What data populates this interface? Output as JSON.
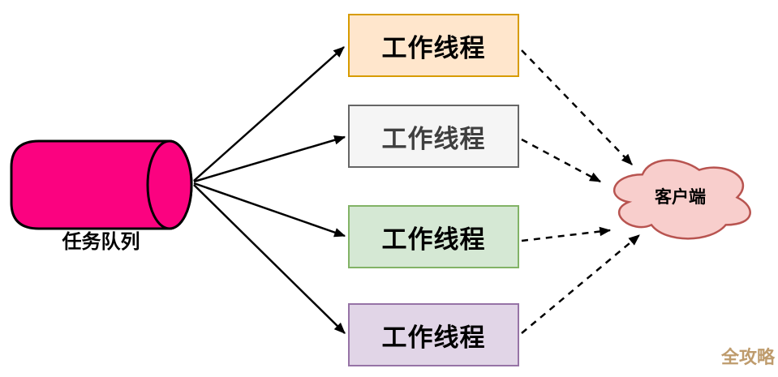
{
  "diagram": {
    "task_queue": {
      "label": "任务队列",
      "fill_color": "#FB0280",
      "outline_color": "#000000"
    },
    "workers": [
      {
        "label": "工作线程",
        "fill_color": "#FFE6CC",
        "border_color": "#D79B00",
        "text_color": "#000000"
      },
      {
        "label": "工作线程",
        "fill_color": "#F5F5F5",
        "border_color": "#666666",
        "text_color": "#3F3F3F"
      },
      {
        "label": "工作线程",
        "fill_color": "#D5E8D4",
        "border_color": "#82B366",
        "text_color": "#000000"
      },
      {
        "label": "工作线程",
        "fill_color": "#E1D5E7",
        "border_color": "#9673A6",
        "text_color": "#000000"
      }
    ],
    "client": {
      "label": "客户端",
      "fill_color": "#F8CECC",
      "border_color": "#B85450",
      "text_color": "#000000"
    },
    "edges": [
      {
        "from": "task_queue",
        "to": "worker_1",
        "style": "solid"
      },
      {
        "from": "task_queue",
        "to": "worker_2",
        "style": "solid"
      },
      {
        "from": "task_queue",
        "to": "worker_3",
        "style": "solid"
      },
      {
        "from": "task_queue",
        "to": "worker_4",
        "style": "solid"
      },
      {
        "from": "worker_1",
        "to": "client",
        "style": "dashed"
      },
      {
        "from": "worker_2",
        "to": "client",
        "style": "dashed"
      },
      {
        "from": "worker_3",
        "to": "client",
        "style": "dashed"
      },
      {
        "from": "worker_4",
        "to": "client",
        "style": "dashed"
      }
    ],
    "arrow_color": "#000000",
    "watermark": {
      "label": "全攻略",
      "color": "#BE9B6C"
    }
  }
}
